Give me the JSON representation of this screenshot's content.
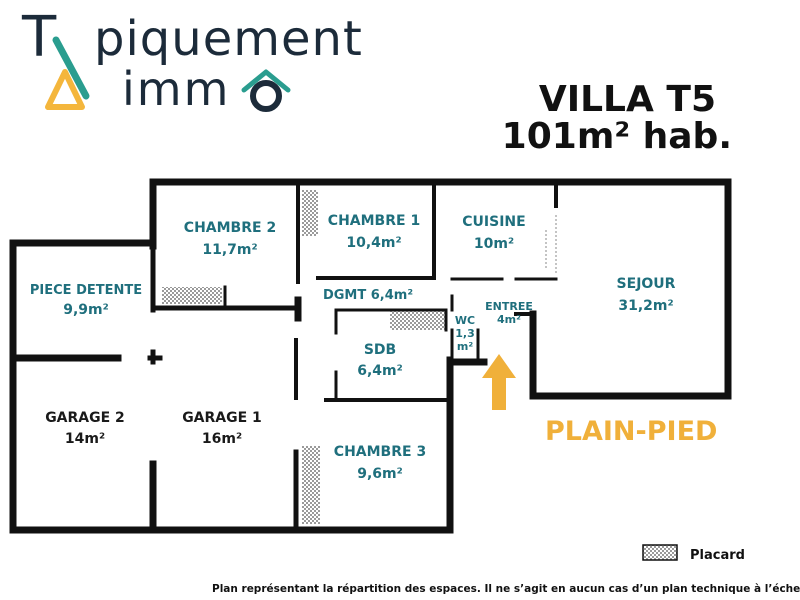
{
  "logo": {
    "line1_initial": "T",
    "line1_rest": "piquement",
    "line2": "imm",
    "brand_dark": "#1c2b3a",
    "brand_teal": "#2a9d8f",
    "brand_yellow": "#f4b63c",
    "icon": "house-o-icon"
  },
  "title": {
    "line1": "VILLA T5",
    "line2": "101m² hab."
  },
  "rooms": {
    "chambre2": {
      "name": "CHAMBRE 2",
      "area": "11,7m²"
    },
    "chambre1": {
      "name": "CHAMBRE 1",
      "area": "10,4m²"
    },
    "cuisine": {
      "name": "CUISINE",
      "area": "10m²"
    },
    "sejour": {
      "name": "SEJOUR",
      "area": "31,2m²"
    },
    "piece_detente": {
      "name": "PIECE DETENTE",
      "area": "9,9m²"
    },
    "dgmt": {
      "name": "DGMT 6,4m²"
    },
    "entree": {
      "name": "ENTREE",
      "area": "4m²"
    },
    "wc": {
      "name": "WC",
      "area_l1": "1,3",
      "area_l2": "m²"
    },
    "sdb": {
      "name": "SDB",
      "area": "6,4m²"
    },
    "garage2": {
      "name": "GARAGE 2",
      "area": "14m²"
    },
    "garage1": {
      "name": "GARAGE 1",
      "area": "16m²"
    },
    "chambre3": {
      "name": "CHAMBRE 3",
      "area": "9,6m²"
    }
  },
  "plain_pied": "PLAIN-PIED",
  "legend": {
    "label": "Placard",
    "icon": "hatched-square-icon"
  },
  "footnote": "Plan représentant la répartition des espaces. Il ne s’agit en aucun cas d’un plan technique à l’échelle",
  "colors": {
    "wall": "#111111",
    "room_label": "#1f6f7d",
    "accent": "#f0b03a"
  }
}
